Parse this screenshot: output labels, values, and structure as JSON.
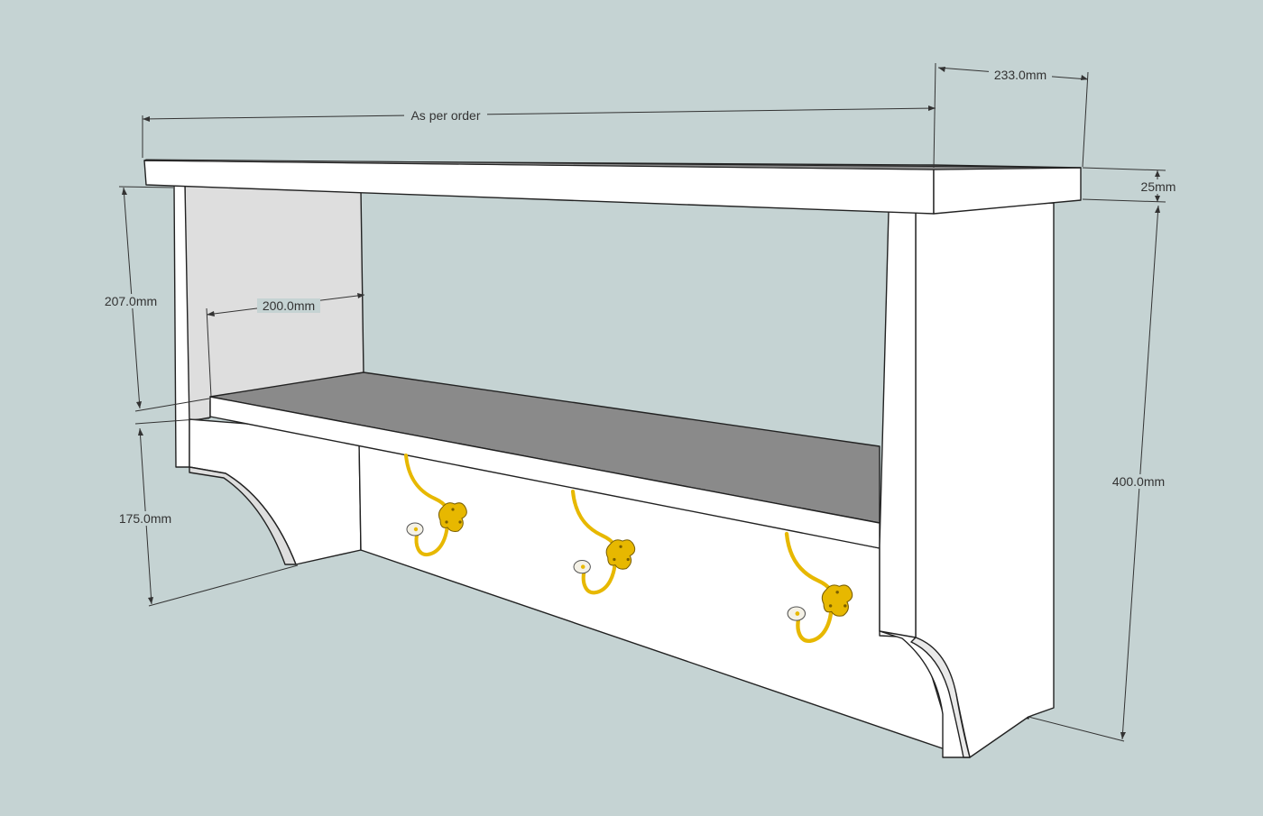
{
  "dimensions": {
    "width": "As per order",
    "depth": "233.0mm",
    "thickness": "25mm",
    "upper_height": "207.0mm",
    "inner_depth": "200.0mm",
    "lower_height": "175.0mm",
    "total_height": "400.0mm"
  },
  "colors": {
    "background": "#c5d3d3",
    "wood_face": "#ffffff",
    "shelf_top": "#8a8a8a",
    "side_shade": "#dedede",
    "hook": "#e7b800",
    "line": "#333333"
  },
  "hooks": [
    {
      "name": "hook-1"
    },
    {
      "name": "hook-2"
    },
    {
      "name": "hook-3"
    }
  ]
}
